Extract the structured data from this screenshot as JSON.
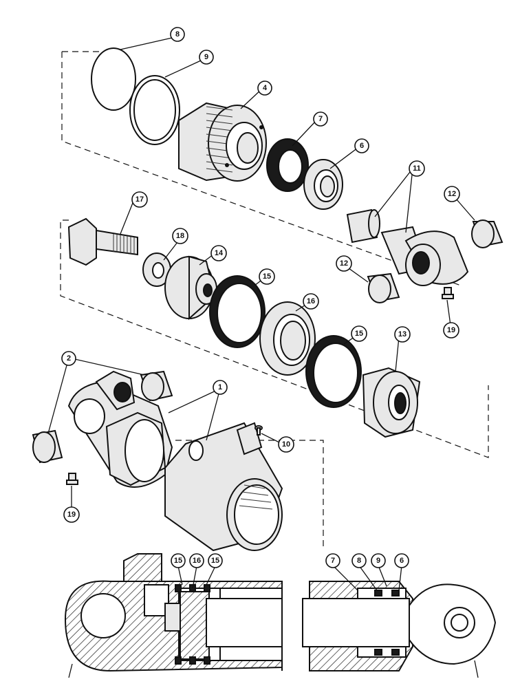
{
  "callouts": {
    "c8_top": "8",
    "c9_top": "9",
    "c4": "4",
    "c7_top": "7",
    "c6_top": "6",
    "c11": "11",
    "c12_right": "12",
    "c12_left": "12",
    "c17": "17",
    "c18": "18",
    "c14": "14",
    "c15_a": "15",
    "c16": "16",
    "c15_b": "15",
    "c13": "13",
    "c19_right": "19",
    "c2": "2",
    "c1": "1",
    "c10": "10",
    "c19_left": "19",
    "c15_sec_a": "15",
    "c16_sec": "16",
    "c15_sec_b": "15",
    "c7_sec": "7",
    "c8_sec": "8",
    "c9_sec": "9",
    "c6_sec": "6"
  }
}
